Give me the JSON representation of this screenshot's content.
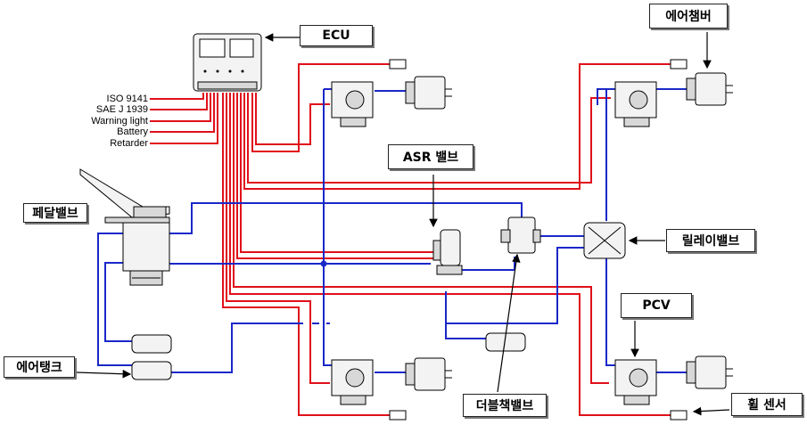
{
  "labels": {
    "ecu": "ECU",
    "air_chamber": "에어챔버",
    "asr_valve": "ASR 밸브",
    "pedal_valve": "페달밸브",
    "relay_valve": "릴레이밸브",
    "pcv": "PCV",
    "air_tank": "에어탱크",
    "double_check_valve": "더블책밸브",
    "wheel_sensor": "휠 센서"
  },
  "signals": [
    "ISO 9141",
    "SAE J 1939",
    "Warning light",
    "Battery",
    "Retarder"
  ],
  "colors": {
    "electric_wire": "#e0101a",
    "air_line": "#1a28c8",
    "component_fill": "#f3f3f3"
  }
}
